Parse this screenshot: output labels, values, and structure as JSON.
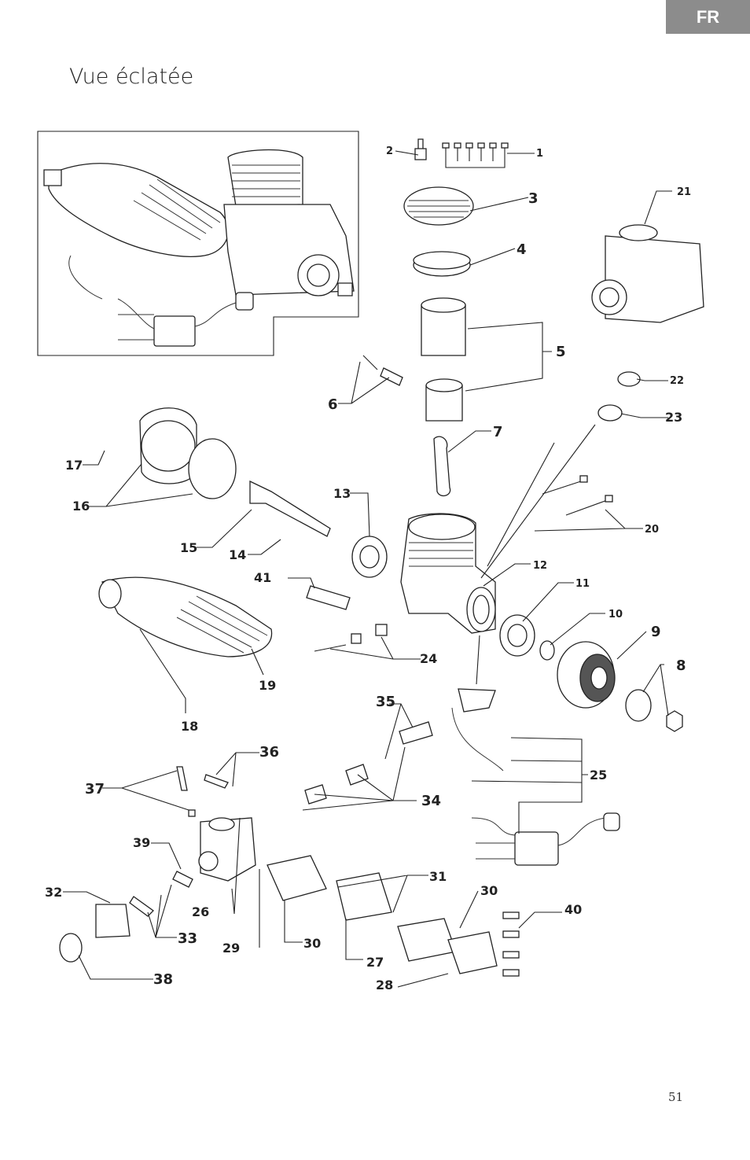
{
  "header": {
    "language_tab": "FR"
  },
  "title": "Vue éclatée",
  "page_number": "51",
  "callouts": [
    {
      "id": "c1",
      "label": "1"
    },
    {
      "id": "c2",
      "label": "2"
    },
    {
      "id": "c3",
      "label": "3"
    },
    {
      "id": "c4",
      "label": "4"
    },
    {
      "id": "c5",
      "label": "5"
    },
    {
      "id": "c6",
      "label": "6"
    },
    {
      "id": "c7",
      "label": "7"
    },
    {
      "id": "c8",
      "label": "8"
    },
    {
      "id": "c9",
      "label": "9"
    },
    {
      "id": "c10",
      "label": "10"
    },
    {
      "id": "c11",
      "label": "11"
    },
    {
      "id": "c12",
      "label": "12"
    },
    {
      "id": "c13",
      "label": "13"
    },
    {
      "id": "c14",
      "label": "14"
    },
    {
      "id": "c15",
      "label": "15"
    },
    {
      "id": "c16",
      "label": "16"
    },
    {
      "id": "c17",
      "label": "17"
    },
    {
      "id": "c18",
      "label": "18"
    },
    {
      "id": "c19",
      "label": "19"
    },
    {
      "id": "c20",
      "label": "20"
    },
    {
      "id": "c21",
      "label": "21"
    },
    {
      "id": "c22",
      "label": "22"
    },
    {
      "id": "c23",
      "label": "23"
    },
    {
      "id": "c24",
      "label": "24"
    },
    {
      "id": "c25",
      "label": "25"
    },
    {
      "id": "c26",
      "label": "26"
    },
    {
      "id": "c27",
      "label": "27"
    },
    {
      "id": "c28",
      "label": "28"
    },
    {
      "id": "c29",
      "label": "29"
    },
    {
      "id": "c30a",
      "label": "30"
    },
    {
      "id": "c30b",
      "label": "30"
    },
    {
      "id": "c31",
      "label": "31"
    },
    {
      "id": "c32",
      "label": "32"
    },
    {
      "id": "c33",
      "label": "33"
    },
    {
      "id": "c34",
      "label": "34"
    },
    {
      "id": "c35",
      "label": "35"
    },
    {
      "id": "c36",
      "label": "36"
    },
    {
      "id": "c37",
      "label": "37"
    },
    {
      "id": "c38",
      "label": "38"
    },
    {
      "id": "c39",
      "label": "39"
    },
    {
      "id": "c40",
      "label": "40"
    },
    {
      "id": "c41",
      "label": "41"
    }
  ]
}
